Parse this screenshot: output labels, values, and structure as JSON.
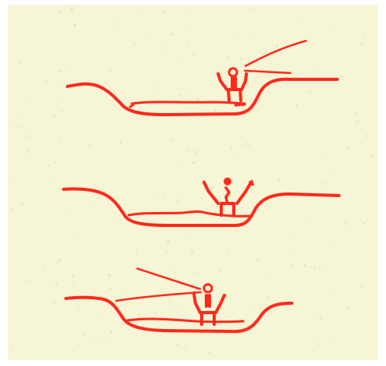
{
  "colors": {
    "background": "#ffffff",
    "paper": "#f6f5d6",
    "paper_speckle": "#e9e7c4",
    "ink": "#ff2a1c"
  },
  "panels": [
    {
      "name": "sketch-1",
      "figure_pose": "arms-raised-sitting",
      "figure_detail": "outline-head",
      "light_rays": "from-right"
    },
    {
      "name": "sketch-2",
      "figure_pose": "arms-raised-sitting",
      "figure_detail": "solid-head",
      "light_rays": "none"
    },
    {
      "name": "sketch-3",
      "figure_pose": "arms-raised-sitting",
      "figure_detail": "outline-head",
      "light_rays": "from-left"
    }
  ]
}
